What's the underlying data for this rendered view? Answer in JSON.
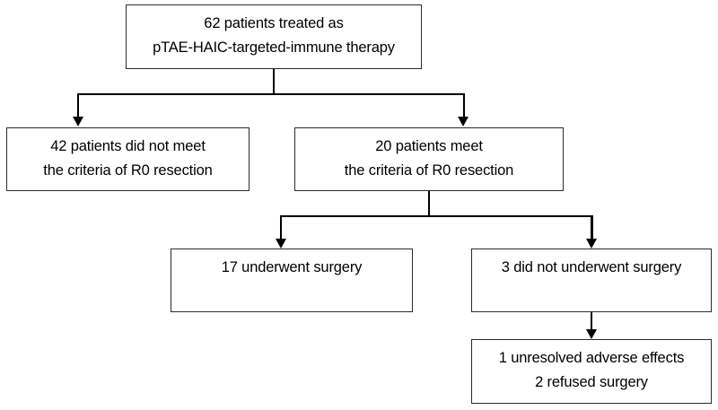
{
  "diagram": {
    "title": "Patient treatment and resection eligibility flowchart",
    "type": "flowchart",
    "stroke_color": "#000000",
    "box_border_color": "#2b2b2b",
    "background_color": "#ffffff",
    "nodes": [
      {
        "id": "enrolled",
        "lines": [
          "62 patients treated as",
          "pTAE-HAIC-targeted-immune therapy"
        ]
      },
      {
        "id": "not-meet-criteria",
        "lines": [
          "42 patients did not meet",
          "the criteria of R0 resection"
        ]
      },
      {
        "id": "meet-criteria",
        "lines": [
          "20 patients meet",
          "the criteria of R0 resection"
        ]
      },
      {
        "id": "underwent-surgery",
        "lines": [
          "17 underwent surgery"
        ]
      },
      {
        "id": "did-not-undergo-surgery",
        "lines": [
          "3 did not underwent surgery"
        ]
      },
      {
        "id": "reasons",
        "lines": [
          "1 unresolved adverse effects",
          "2 refused surgery"
        ]
      }
    ]
  }
}
